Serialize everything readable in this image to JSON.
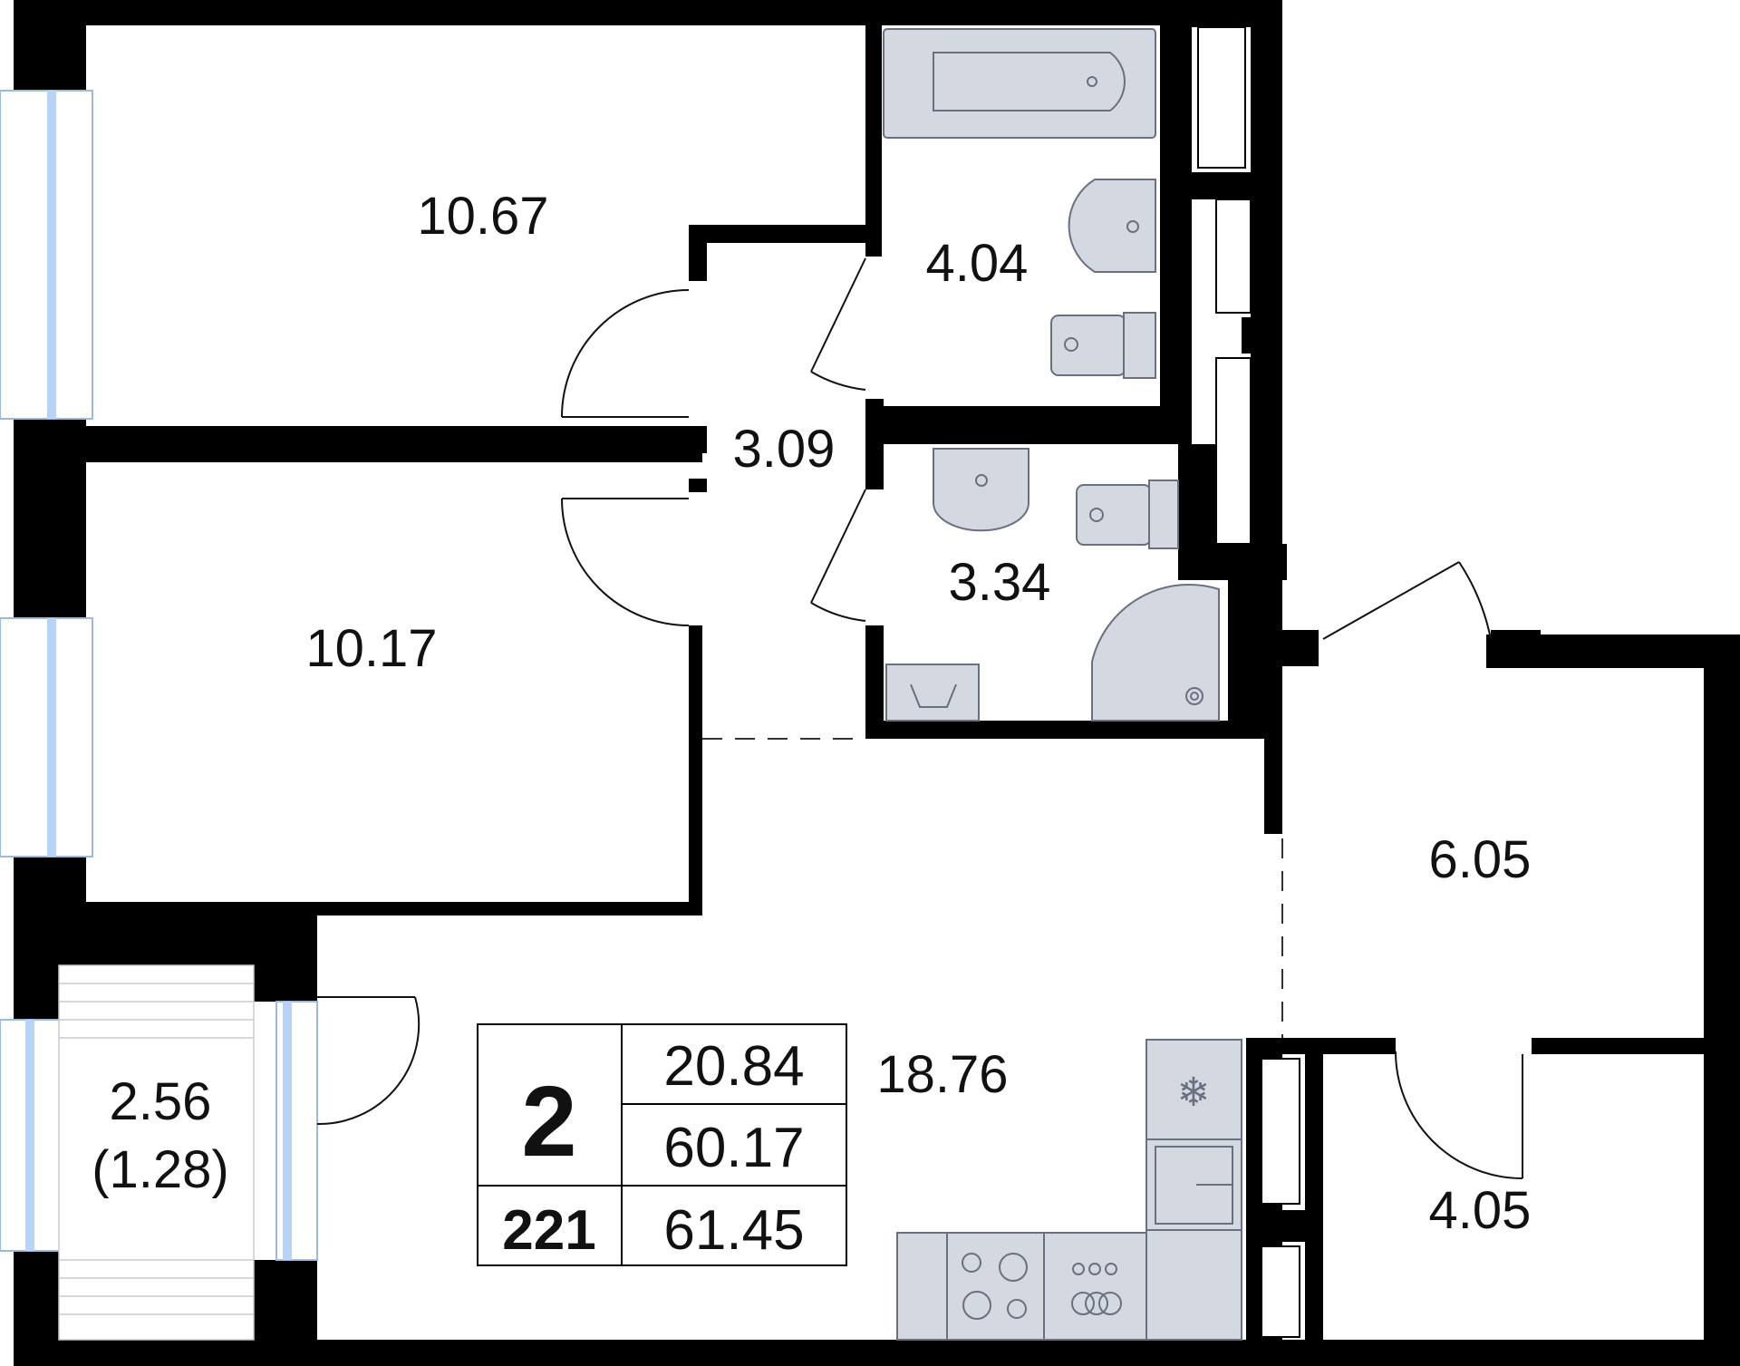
{
  "plan": {
    "rooms": [
      {
        "id": "bedroom-1",
        "area": "10.67"
      },
      {
        "id": "bathroom",
        "area": "4.04"
      },
      {
        "id": "corridor",
        "area": "3.09"
      },
      {
        "id": "shower-room",
        "area": "3.34"
      },
      {
        "id": "bedroom-2",
        "area": "10.17"
      },
      {
        "id": "hall",
        "area": "6.05"
      },
      {
        "id": "kitchen-living",
        "area": "18.76"
      },
      {
        "id": "storage",
        "area": "4.05"
      },
      {
        "id": "loggia",
        "area": "2.56",
        "reduced_area": "(1.28)"
      }
    ],
    "info": {
      "rooms_count": "2",
      "apartment_number": "221",
      "living_area": "20.84",
      "total_area": "60.17",
      "total_with_loggia": "61.45"
    },
    "colors": {
      "wall": "#000000",
      "fixture": "#d4d8e0",
      "glass": "#b7d3f5"
    }
  }
}
